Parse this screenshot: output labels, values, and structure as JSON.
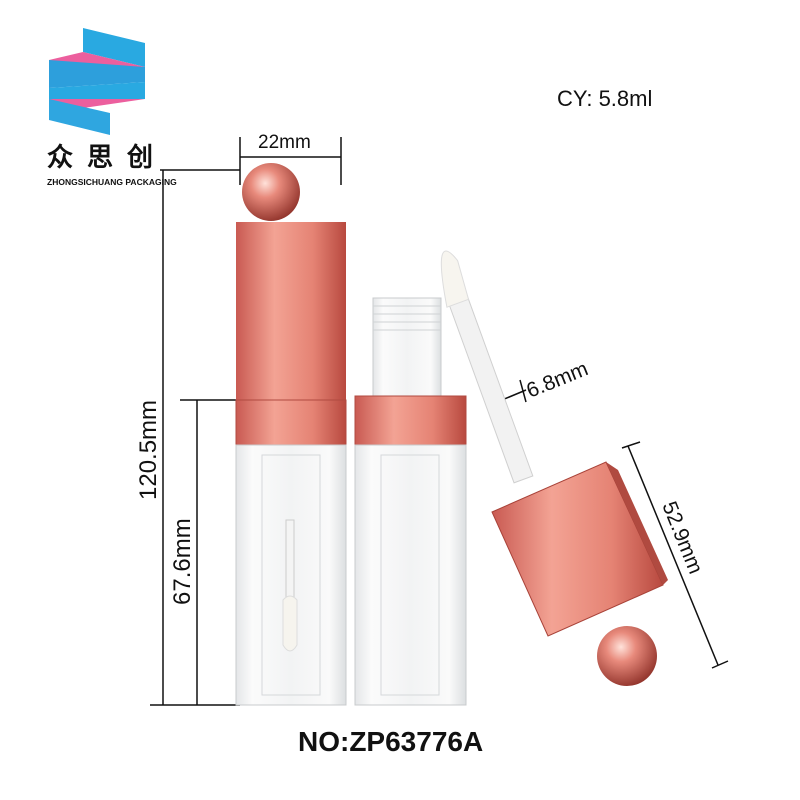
{
  "brand": {
    "chinese_name": "众思创",
    "english_name": "ZHONGSICHUANG PACKAGING",
    "colors": {
      "blue": "#29a9e1",
      "pink": "#ec5f9e"
    }
  },
  "capacity_label": "CY: 5.8ml",
  "model_number": "NO:ZP63776A",
  "dimensions": {
    "width": "22mm",
    "total_height": "120.5mm",
    "bottle_height": "67.6mm",
    "wand_diameter": "6.8mm",
    "cap_wand_length": "52.9mm"
  },
  "colors": {
    "rose_gold": "#e07a6e",
    "line": "#111111"
  }
}
